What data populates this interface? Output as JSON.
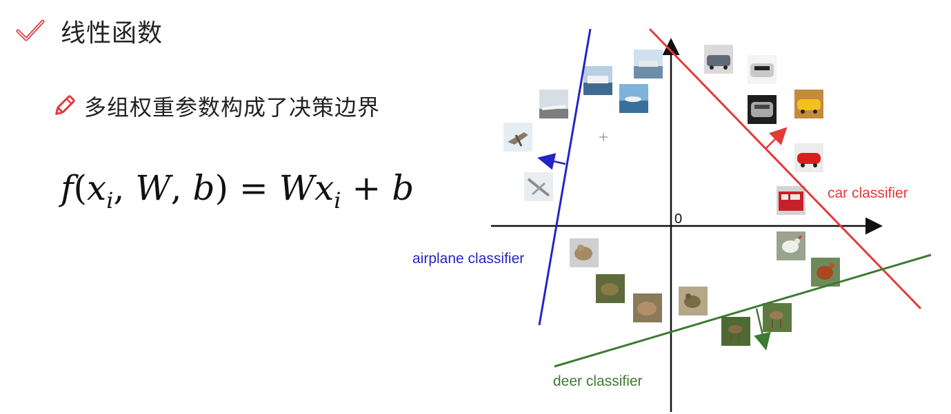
{
  "slide": {
    "title": "线性函数",
    "subtitle": "多组权重参数构成了决策边界",
    "formula": {
      "f": "f",
      "open": "(",
      "x": "x",
      "i1": "i",
      "comma1": ", ",
      "W1": "W",
      "comma2": ", ",
      "b1": "b",
      "close": ")",
      "eq": " = ",
      "W2": "W",
      "x2": "x",
      "i2": "i",
      "plus": " + ",
      "b2": "b"
    },
    "icons": {
      "title": "check-icon",
      "subtitle": "pencil-icon"
    },
    "colors": {
      "accent_red": "#e0393e",
      "blue": "#2424c8",
      "red": "#e53935",
      "green": "#3d7a32"
    }
  },
  "diagram": {
    "origin_label": "0",
    "classifiers": [
      {
        "name": "airplane classifier",
        "color": "#2424c8"
      },
      {
        "name": "car classifier",
        "color": "#e53935"
      },
      {
        "name": "deer classifier",
        "color": "#3d7a32"
      }
    ],
    "thumbnails": [
      "ship",
      "ship",
      "ship",
      "airplane",
      "airplane",
      "airplane",
      "car",
      "car",
      "car",
      "car",
      "car",
      "truck",
      "bird",
      "bird",
      "bird",
      "cat",
      "frog",
      "frog",
      "deer",
      "deer"
    ]
  }
}
